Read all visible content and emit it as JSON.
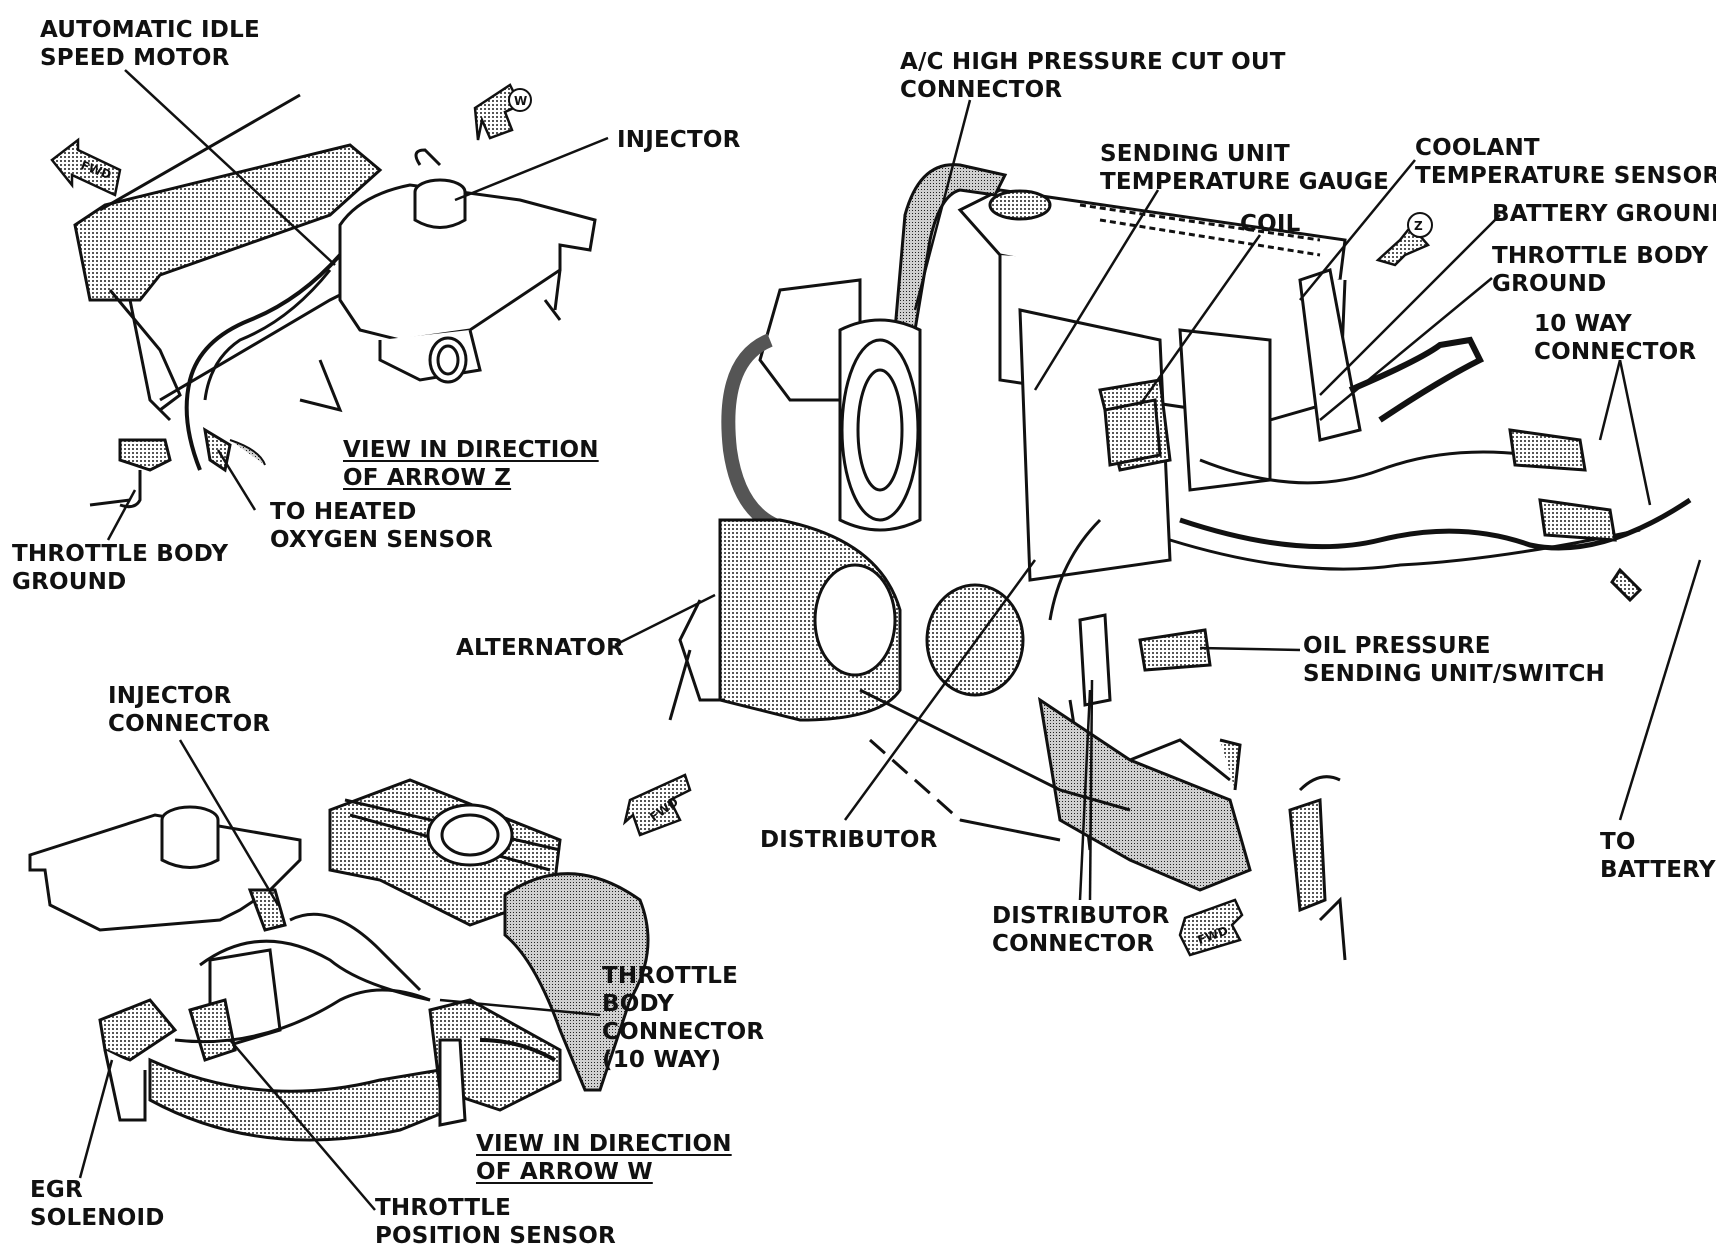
{
  "labels": {
    "automatic_idle_speed_motor": [
      "AUTOMATIC IDLE",
      "SPEED MOTOR"
    ],
    "injector": "INJECTOR",
    "view_arrow_z": [
      "VIEW IN DIRECTION",
      "OF ARROW Z"
    ],
    "to_heated_oxygen_sensor": [
      "TO HEATED",
      "OXYGEN SENSOR"
    ],
    "throttle_body_ground_left": [
      "THROTTLE BODY",
      "GROUND"
    ],
    "ac_high_pressure": [
      "A/C HIGH PRESSURE CUT OUT",
      "CONNECTOR"
    ],
    "sending_unit_temp_gauge": [
      "SENDING UNIT",
      "TEMPERATURE GAUGE"
    ],
    "coil": "COIL",
    "coolant_temp_sensor": [
      "COOLANT",
      "TEMPERATURE SENSOR"
    ],
    "battery_ground": "BATTERY GROUND",
    "throttle_body_ground_right": [
      "THROTTLE BODY",
      "GROUND"
    ],
    "ten_way_connector": [
      "10 WAY",
      "CONNECTOR"
    ],
    "alternator": "ALTERNATOR",
    "oil_pressure": [
      "OIL PRESSURE",
      "SENDING UNIT/SWITCH"
    ],
    "injector_connector": [
      "INJECTOR",
      "CONNECTOR"
    ],
    "distributor": "DISTRIBUTOR",
    "distributor_connector": [
      "DISTRIBUTOR",
      "CONNECTOR"
    ],
    "to_battery": [
      "TO",
      "BATTERY"
    ],
    "throttle_body_connector": [
      "THROTTLE",
      "BODY",
      "CONNECTOR",
      "(10 WAY)"
    ],
    "view_arrow_w": [
      "VIEW IN DIRECTION",
      "OF ARROW W"
    ],
    "egr_solenoid": [
      "EGR",
      "SOLENOID"
    ],
    "throttle_position_sensor": [
      "THROTTLE",
      "POSITION SENSOR"
    ]
  },
  "arrows": {
    "fwd": "FWD",
    "w": "W",
    "z": "Z"
  },
  "colors": {
    "ink": "#111111",
    "shade": "#9a9a9a",
    "background": "#ffffff"
  }
}
